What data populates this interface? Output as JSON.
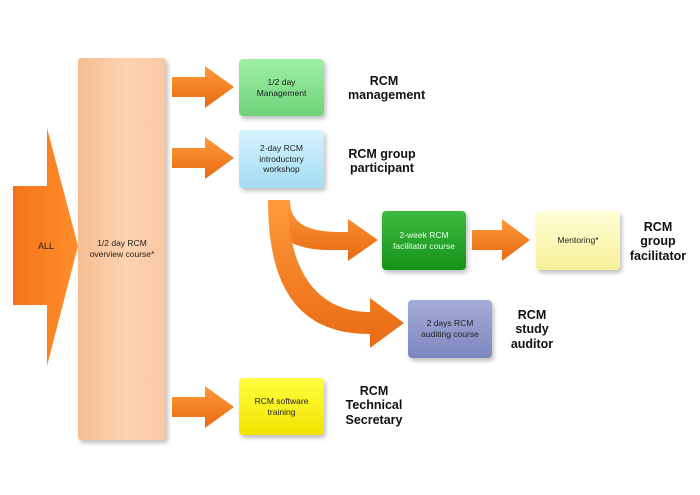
{
  "source": {
    "label": "ALL"
  },
  "overview": {
    "label": "1/2 day RCM overview course*"
  },
  "boxes": {
    "management": {
      "label": "1/2 day Management"
    },
    "intro": {
      "label": "2-day RCM introductory workshop"
    },
    "facilitator_course": {
      "label": "2-week RCM facilitator course"
    },
    "mentoring": {
      "label": "Mentoring*"
    },
    "auditing": {
      "label": "2 days RCM auditing course"
    },
    "software": {
      "label": "RCM software training"
    }
  },
  "roles": {
    "management": "RCM management",
    "group_participant": "RCM group participant",
    "group_facilitator": "RCM group facilitator",
    "study_auditor": "RCM study auditor",
    "technical_secretary": "RCM Technical Secretary"
  },
  "colors": {
    "arrow": "#f47b20",
    "overview": "#fcc9a3",
    "management": "#7fdc88",
    "intro": "#b5e5f7",
    "facilitator_course": "#22a32a",
    "mentoring": "#fbf6b0",
    "auditing": "#8e97cc",
    "software": "#fbef10"
  }
}
